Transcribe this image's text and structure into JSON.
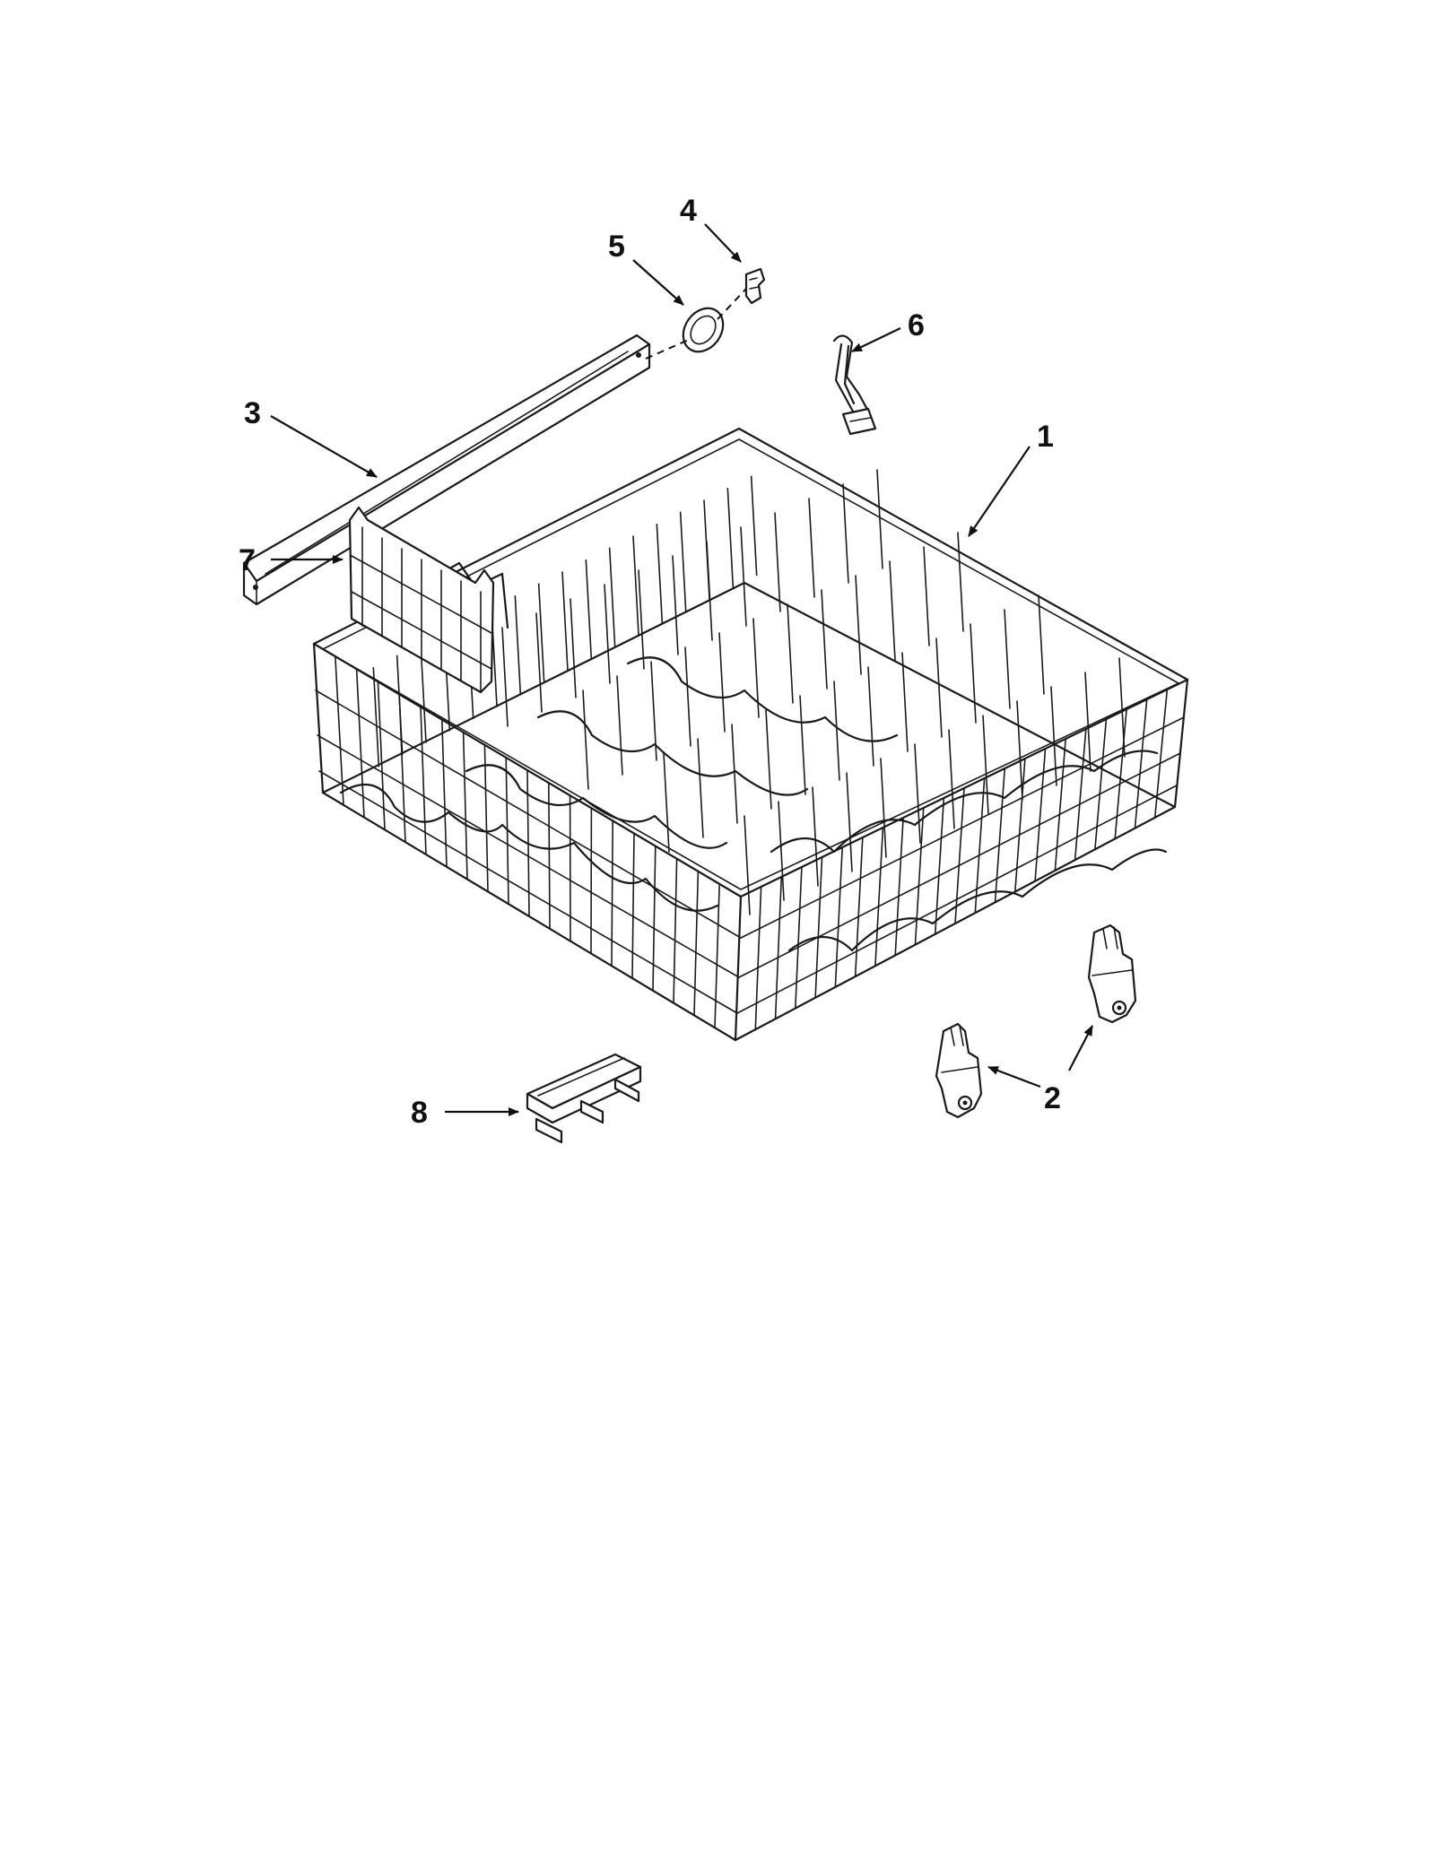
{
  "callouts": [
    {
      "id": "1",
      "label": "1"
    },
    {
      "id": "2",
      "label": "2"
    },
    {
      "id": "3",
      "label": "3"
    },
    {
      "id": "4",
      "label": "4"
    },
    {
      "id": "5",
      "label": "5"
    },
    {
      "id": "6",
      "label": "6"
    },
    {
      "id": "7",
      "label": "7"
    },
    {
      "id": "8",
      "label": "8"
    }
  ],
  "colors": {
    "line": "#1a1a1a",
    "background": "#ffffff"
  }
}
